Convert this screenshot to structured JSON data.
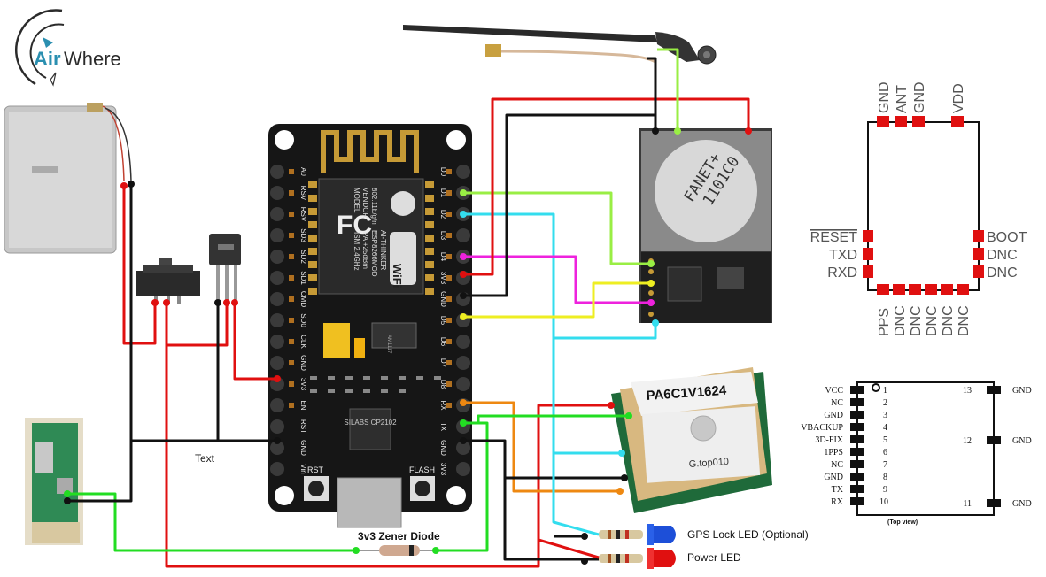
{
  "logo": {
    "text_a": "Air",
    "text_b": "Where",
    "accent": "#2a8fb0",
    "dark": "#2b2b2b"
  },
  "labels": {
    "text_label": "Text",
    "zener": "3v3 Zener Diode",
    "gps_led": "GPS Lock LED (Optional)",
    "power_led": "Power LED"
  },
  "nodemcu": {
    "left_pins": [
      "A0",
      "RSV",
      "RSV",
      "SD3",
      "SD2",
      "SD1",
      "CMD",
      "SD0",
      "CLK",
      "GND",
      "3V3",
      "EN",
      "RST",
      "GND",
      "Vin"
    ],
    "right_pins": [
      "D0",
      "D1",
      "D2",
      "D3",
      "D4",
      "3V3",
      "GND",
      "D5",
      "D6",
      "D7",
      "D8",
      "RX",
      "TX",
      "GND",
      "3V3"
    ],
    "shield_lines": [
      "MODEL",
      "VENDOR",
      "ESP8266MOD",
      "AI-THINKER",
      "ISM 2.4GHz",
      "PA +25dBm",
      "802.11b/g/n"
    ],
    "chip": "SILABS CP2102",
    "regulator": "AM1117",
    "rst": "RST",
    "flash": "FLASH",
    "wifi": "WiFi",
    "fc": "FC"
  },
  "fanet": {
    "label": "FANET+",
    "code": "1101C0"
  },
  "gps": {
    "title": "PA6C1V1624",
    "sub": "G.top010"
  },
  "fanet_pinout": {
    "top": [
      "GND",
      "ANT",
      "GND",
      "VDD"
    ],
    "left": [
      "RESET",
      "TXD",
      "RXD"
    ],
    "right": [
      "BOOT",
      "DNC",
      "DNC"
    ],
    "bottom": [
      "PPS",
      "DNC",
      "DNC",
      "DNC",
      "DNC",
      "DNC"
    ]
  },
  "gps_pinout": {
    "left": [
      {
        "name": "VCC",
        "num": "1"
      },
      {
        "name": "NC",
        "num": "2"
      },
      {
        "name": "GND",
        "num": "3"
      },
      {
        "name": "VBACKUP",
        "num": "4"
      },
      {
        "name": "3D-FIX",
        "num": "5"
      },
      {
        "name": "1PPS",
        "num": "6"
      },
      {
        "name": "NC",
        "num": "7"
      },
      {
        "name": "GND",
        "num": "8"
      },
      {
        "name": "TX",
        "num": "9"
      },
      {
        "name": "RX",
        "num": "10"
      }
    ],
    "right": [
      {
        "name": "GND",
        "num": "13"
      },
      {
        "name": "GND",
        "num": "12"
      },
      {
        "name": "GND",
        "num": "11"
      }
    ],
    "view": "(Top view)"
  },
  "colors": {
    "red": "#e01010",
    "black": "#111111",
    "green": "#22dd22",
    "lime": "#99ee44",
    "cyan": "#33ddee",
    "magenta": "#ee22dd",
    "yellow": "#eeee22",
    "orange": "#ee8811"
  }
}
